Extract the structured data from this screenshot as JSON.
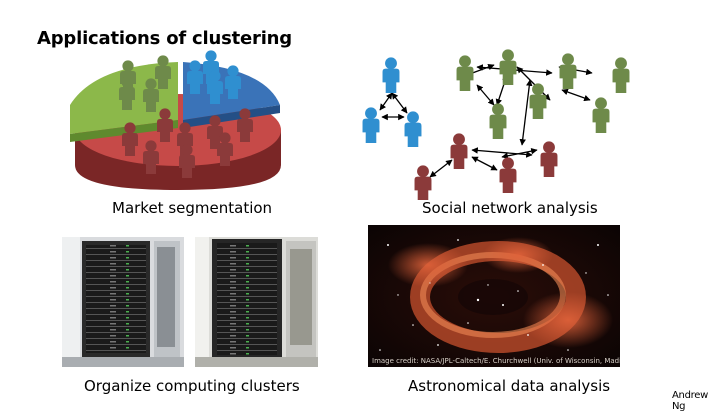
{
  "slide": {
    "title": "Applications of clustering",
    "footer": "Andrew Ng"
  },
  "panels": [
    {
      "caption": "Market segmentation"
    },
    {
      "caption": "Social network analysis"
    },
    {
      "caption": "Organize computing clusters"
    },
    {
      "caption": "Astronomical data analysis",
      "image_credit": "Image credit: NASA/JPL-Caltech/E. Churchwell (Univ. of Wisconsin, Madison)"
    }
  ],
  "colors": {
    "pie_green": "#8cb84a",
    "pie_blue": "#3a73b8",
    "pie_red": "#c64a48",
    "person_green": "#6e8a4a",
    "person_blue": "#2f8fd0",
    "person_red": "#8b3a3a"
  }
}
